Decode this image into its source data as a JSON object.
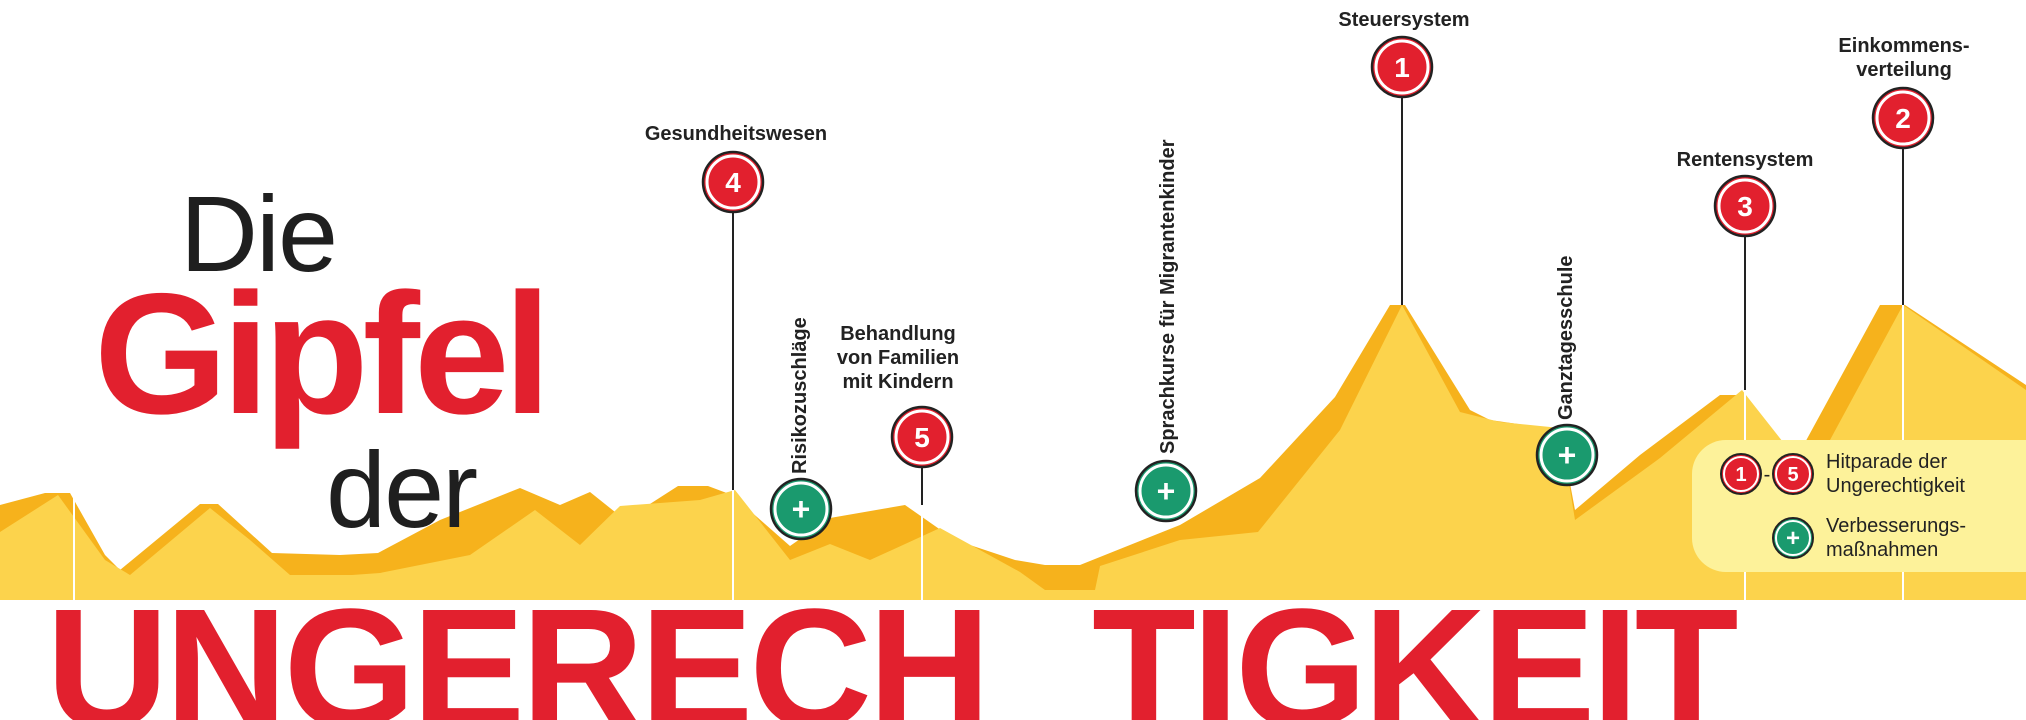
{
  "title": {
    "line1": "Die",
    "line2": "Gipfel",
    "line3": "der",
    "word_part1": "UNGERECH",
    "word_part2": "TIGKEIT"
  },
  "peaks": [
    {
      "rank": "4",
      "label_lines": [
        "Gesundheitswesen"
      ]
    },
    {
      "rank": "5",
      "label_lines": [
        "Behandlung",
        "von Familien",
        "mit Kindern"
      ]
    },
    {
      "rank": "1",
      "label_lines": [
        "Steuersystem"
      ]
    },
    {
      "rank": "3",
      "label_lines": [
        "Rentensystem"
      ]
    },
    {
      "rank": "2",
      "label_lines": [
        "Einkommens-",
        "verteilung"
      ]
    }
  ],
  "improvements": [
    {
      "symbol": "+",
      "label": "Risikozuschläge"
    },
    {
      "symbol": "+",
      "label": "Sprachkurse für Migrantenkinder"
    },
    {
      "symbol": "+",
      "label": "Ganztagesschule"
    }
  ],
  "legend": {
    "range_start": "1",
    "range_sep": "-",
    "range_end": "5",
    "ranking_line1": "Hitparade der",
    "ranking_line2": "Ungerechtigkeit",
    "plus_symbol": "+",
    "improve_line1": "Verbesserungs-",
    "improve_line2": "maßnahmen"
  },
  "colors": {
    "rank_red": "#e2202e",
    "improve_green": "#1a9a6e",
    "mountain_light": "#fcd34c",
    "mountain_dark": "#f6b21c",
    "legend_bg": "#fdf29a",
    "text_dark": "#222222"
  }
}
